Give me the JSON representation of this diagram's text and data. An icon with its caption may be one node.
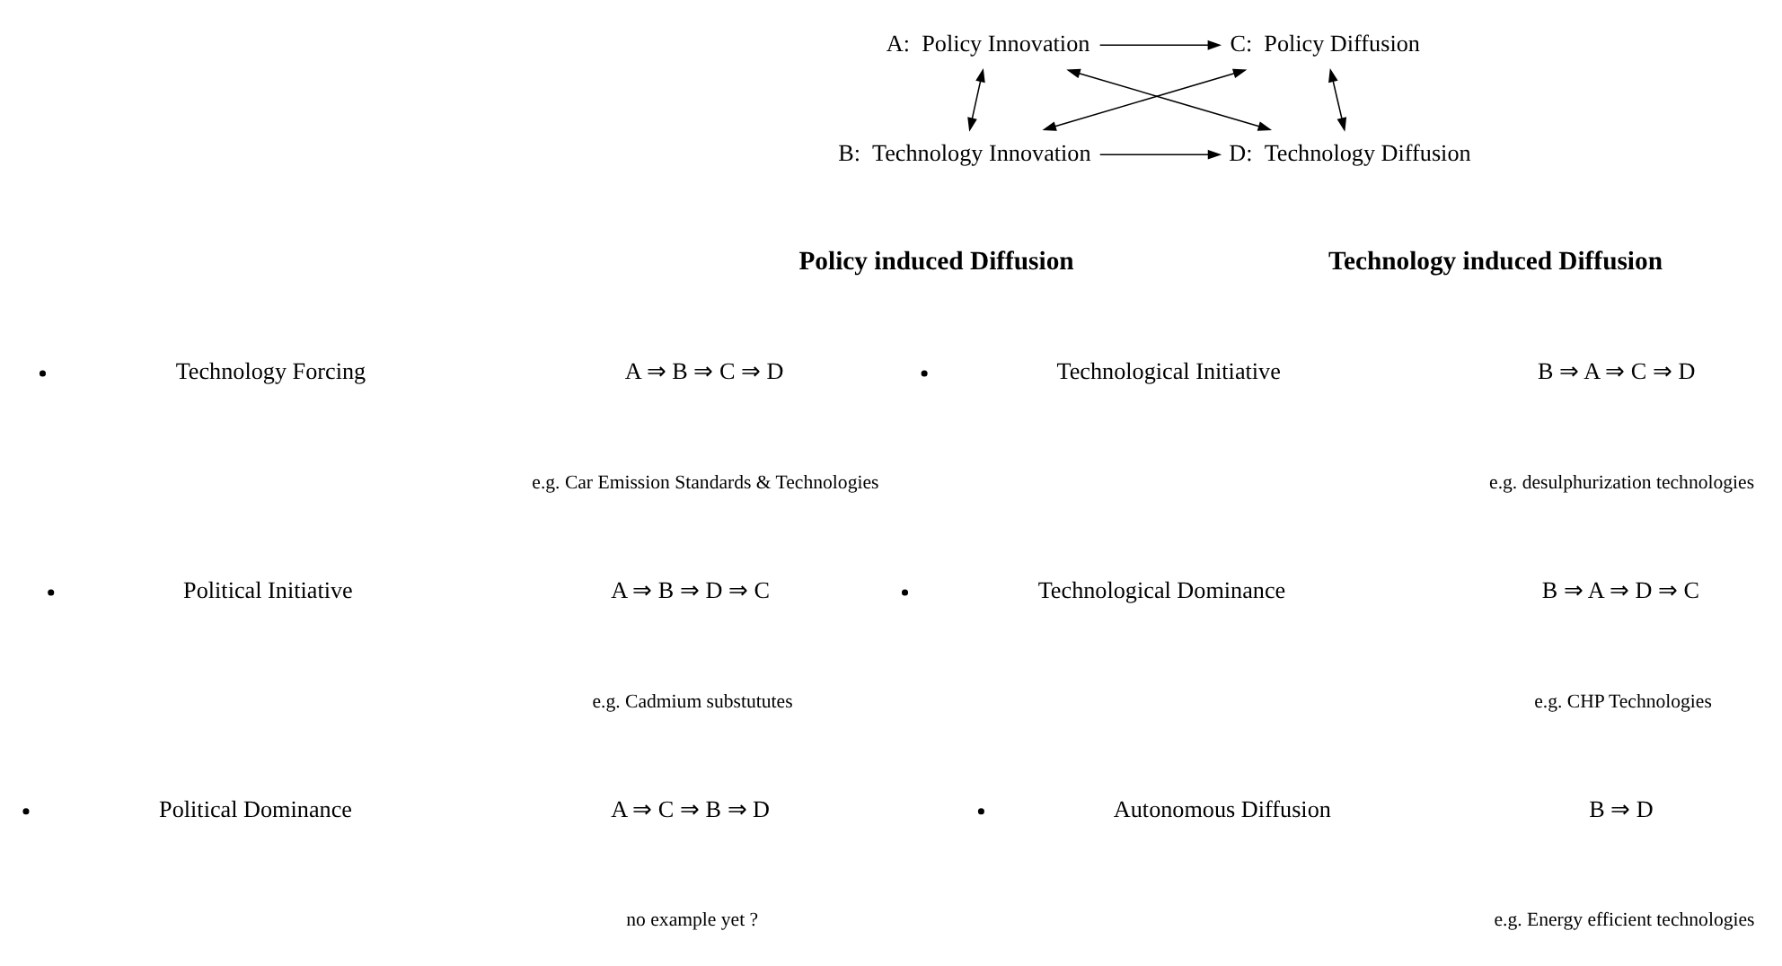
{
  "diagram": {
    "nodes": [
      {
        "text": [
          "A:  Policy Innovation"
        ]
      },
      {
        "text": [
          "B:  Technology Innovation"
        ]
      },
      {
        "text": [
          "C:  Policy Diffusion"
        ]
      },
      {
        "text": [
          "D:  Technology Diffusion"
        ]
      }
    ],
    "edges": [
      {
        "from": 0,
        "to": 2,
        "arrow": "to"
      },
      {
        "from": 0,
        "to": 1,
        "arrow": "both"
      },
      {
        "from": 2,
        "to": 3,
        "arrow": "both"
      },
      {
        "from": 0,
        "to": 3,
        "arrow": "both"
      },
      {
        "from": 2,
        "to": 1,
        "arrow": "both"
      },
      {
        "from": 1,
        "to": 3,
        "arrow": "to"
      }
    ],
    "labels": [
      "Policy induced Diffusion",
      "Technology Forcing",
      "A ⇒ B ⇒ C ⇒ D",
      "e.g. Car Emission Standards & Technologies",
      "Political Initiative",
      "A ⇒ B ⇒ D ⇒ C",
      "e.g. Cadmium substututes",
      "Political Dominance",
      "A ⇒ C ⇒ B ⇒ D",
      "no example yet ?",
      "Technology induced Diffusion",
      "Technological Initiative",
      "B ⇒ A ⇒ C ⇒ D",
      "e.g. desulphurization technologies",
      "Technological Dominance",
      "B ⇒ A ⇒ D ⇒ C",
      "e.g. CHP Technologies",
      "Autonomous Diffusion",
      "B ⇒ D",
      "e.g. Energy efficient technologies"
    ]
  }
}
